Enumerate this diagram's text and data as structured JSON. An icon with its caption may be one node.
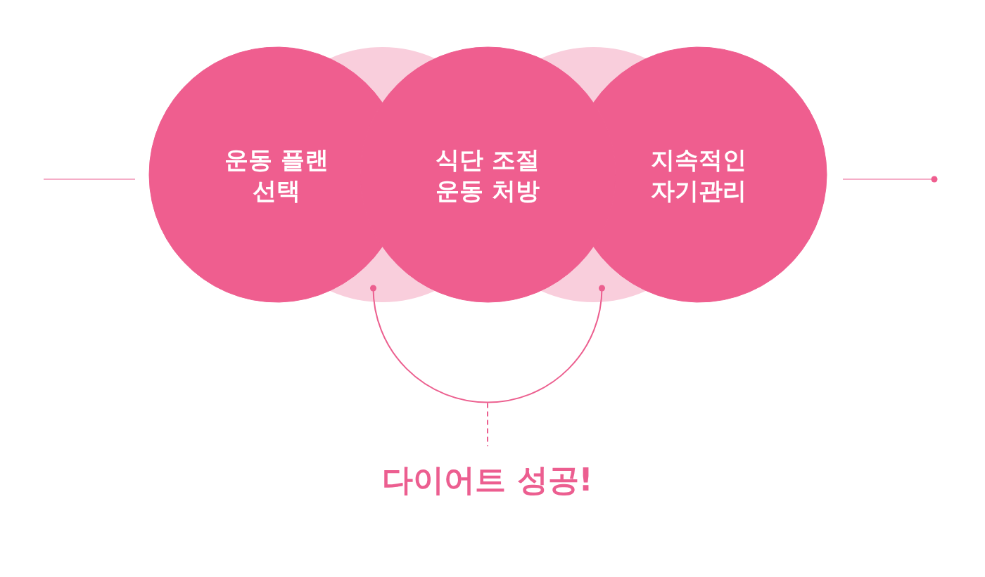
{
  "diagram": {
    "nodes": [
      {
        "text": [
          "운동 플랜 선택"
        ]
      },
      {
        "text": [],
        "shape": "circle"
      },
      {
        "text": [
          "식단 조절 운동 처방"
        ]
      },
      {
        "text": [],
        "shape": "circle"
      },
      {
        "text": [
          "지속적인 자기관리"
        ]
      },
      {
        "text": [
          "다이어트 성공!"
        ]
      }
    ],
    "edges": [
      {
        "from": 1,
        "to": 5,
        "arrow": "other"
      },
      {
        "from": 3,
        "to": 5,
        "arrow": "other"
      }
    ]
  }
}
